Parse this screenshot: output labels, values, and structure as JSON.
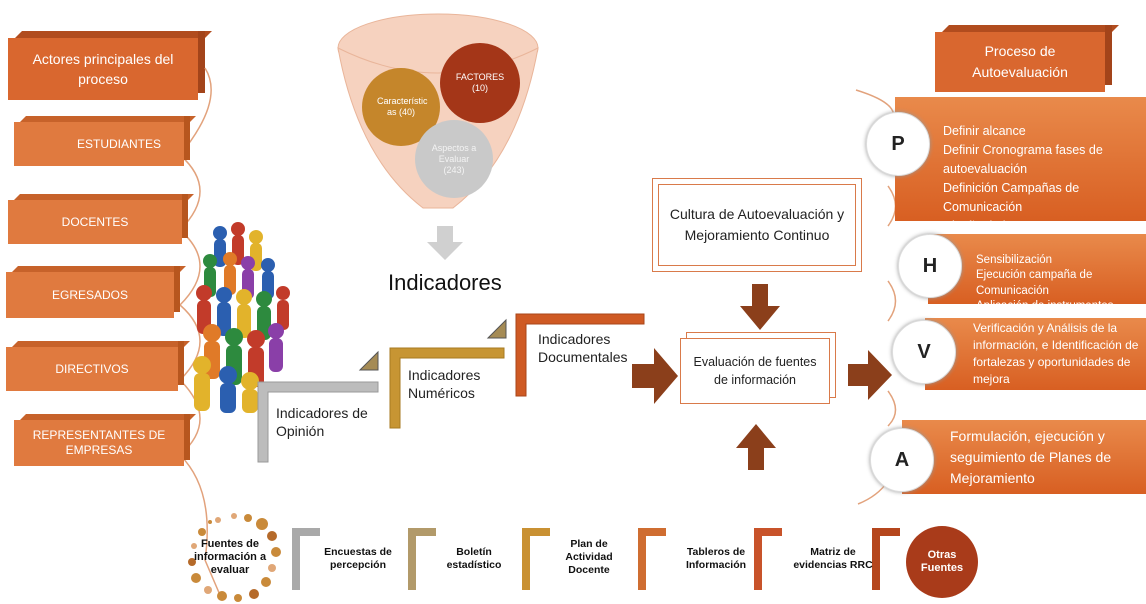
{
  "actors": {
    "title": "Actores principales del proceso",
    "items": [
      "ESTUDIANTES",
      "DOCENTES",
      "EGRESADOS",
      "DIRECTIVOS",
      "REPRESENTANTES DE EMPRESAS"
    ]
  },
  "funnel": {
    "factores": "FACTORES (10)",
    "caracteristicas": "Característic as (40)",
    "aspectos": "Aspectos a Evaluar (243)"
  },
  "indicadores": {
    "title": "Indicadores",
    "opinion": "Indicadores de Opinión",
    "numericos": "Indicadores Numéricos",
    "documentales": "Indicadores Documentales"
  },
  "center": {
    "cultura": "Cultura de Autoevaluación y Mejoramiento Continuo",
    "evaluacion": "Evaluación de fuentes de información"
  },
  "process": {
    "title": "Proceso de Autoevaluación",
    "phases": [
      {
        "letter": "P",
        "text": "Definir alcance\nDefinir Cronograma fases de autoevaluación\nDefinición Campañas de Comunicación\nDiseño de instrumentos"
      },
      {
        "letter": "H",
        "text": "Sensibilización\nEjecución campaña de Comunicación\nAplicación de  instrumentos"
      },
      {
        "letter": "V",
        "text": "Verificación y Análisis de la información, e Identificación de fortalezas y oportunidades de mejora"
      },
      {
        "letter": "A",
        "text": "Formulación, ejecución y seguimiento de Planes de Mejoramiento"
      }
    ]
  },
  "sources": {
    "title": "Fuentes de información a evaluar",
    "items": [
      "Encuestas de percepción",
      "Boletín estadístico",
      "Plan de Actividad Docente",
      "Tableros de Información",
      "Matriz de evidencias RRC"
    ],
    "other": "Otras Fuentes"
  },
  "colors": {
    "orange": "#d9672f",
    "dark_orange": "#b5461d",
    "brown": "#8b3f1b",
    "gold": "#c69235",
    "gray": "#b3b3b3"
  }
}
